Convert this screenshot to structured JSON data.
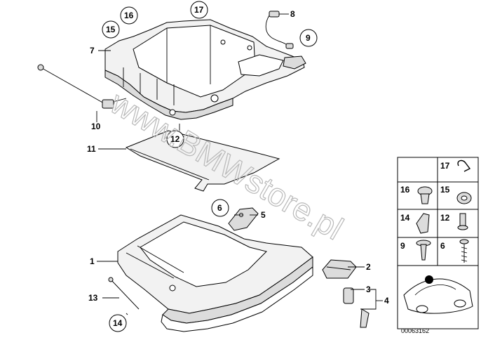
{
  "watermark": "www.BMWstore.pl",
  "reference_number": "00063162",
  "callouts": {
    "c1": "1",
    "c2": "2",
    "c3": "3",
    "c4": "4",
    "c5": "5",
    "c6": "6",
    "c7": "7",
    "c8": "8",
    "c9": "9",
    "c10": "10",
    "c11": "11",
    "c12": "12",
    "c13": "13",
    "c14": "14",
    "c15": "15",
    "c16": "16",
    "c17": "17"
  },
  "legend_tiles": {
    "t17": "17",
    "t16": "16",
    "t15": "15",
    "t14": "14",
    "t12": "12",
    "t9": "9",
    "t6": "6"
  }
}
